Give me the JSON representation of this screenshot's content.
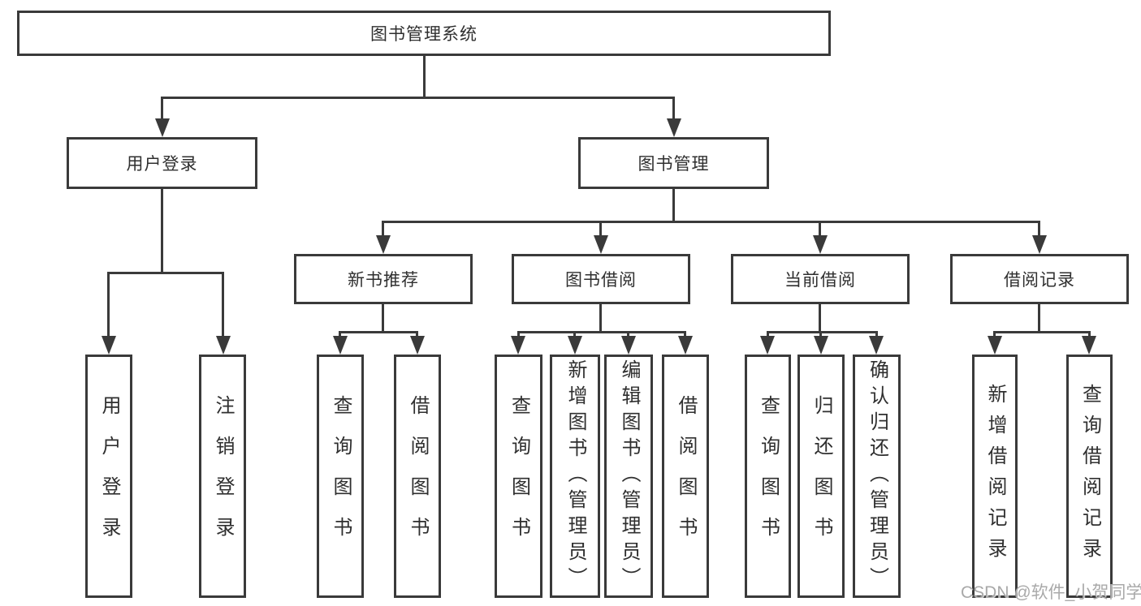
{
  "tree": {
    "label": "图书管理系统",
    "children": [
      {
        "label": "用户登录",
        "children": [
          {
            "label": "用户登录"
          },
          {
            "label": "注销登录"
          }
        ]
      },
      {
        "label": "图书管理",
        "children": [
          {
            "label": "新书推荐",
            "children": [
              {
                "label": "查询图书"
              },
              {
                "label": "借阅图书"
              }
            ]
          },
          {
            "label": "图书借阅",
            "children": [
              {
                "label": "查询图书"
              },
              {
                "label": "新增图书（管理员）"
              },
              {
                "label": "编辑图书（管理员）"
              },
              {
                "label": "借阅图书"
              }
            ]
          },
          {
            "label": "当前借阅",
            "children": [
              {
                "label": "查询图书"
              },
              {
                "label": "归还图书"
              },
              {
                "label": "确认归还（管理员）"
              }
            ]
          },
          {
            "label": "借阅记录",
            "children": [
              {
                "label": "新增借阅记录"
              },
              {
                "label": "查询借阅记录"
              }
            ]
          }
        ]
      }
    ]
  },
  "watermark": "CSDN @软件_小贺同学",
  "colors": {
    "line": "#3a3a3a",
    "text": "#2f2f2f",
    "background": "#ffffff",
    "watermark": "#a9a9a9"
  }
}
